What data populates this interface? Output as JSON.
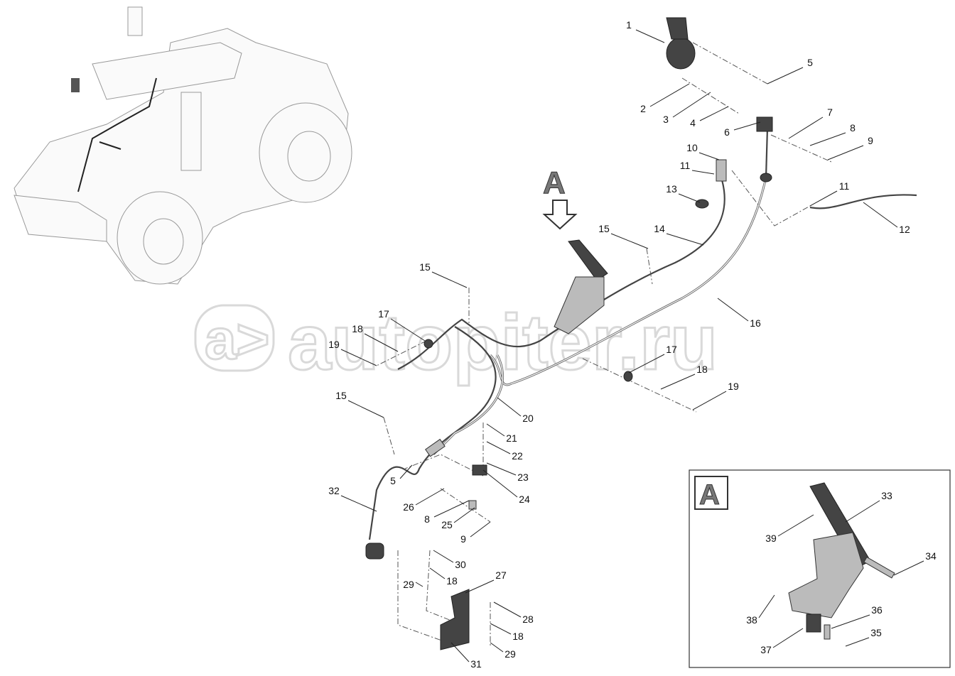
{
  "view_marker": "A",
  "inset_marker": "A",
  "watermark": "autopiter.ru",
  "watermark_logo": "a>",
  "callouts": [
    "1",
    "2",
    "3",
    "4",
    "5",
    "6",
    "7",
    "8",
    "9",
    "10",
    "11",
    "13",
    "11",
    "12",
    "14",
    "15",
    "15",
    "17",
    "18",
    "19",
    "16",
    "17",
    "18",
    "19",
    "15",
    "20",
    "21",
    "22",
    "23",
    "24",
    "5",
    "32",
    "26",
    "8",
    "25",
    "9",
    "30",
    "18",
    "29",
    "27",
    "28",
    "18",
    "29",
    "31"
  ],
  "inset_callouts": [
    "33",
    "39",
    "34",
    "38",
    "36",
    "35",
    "37"
  ]
}
